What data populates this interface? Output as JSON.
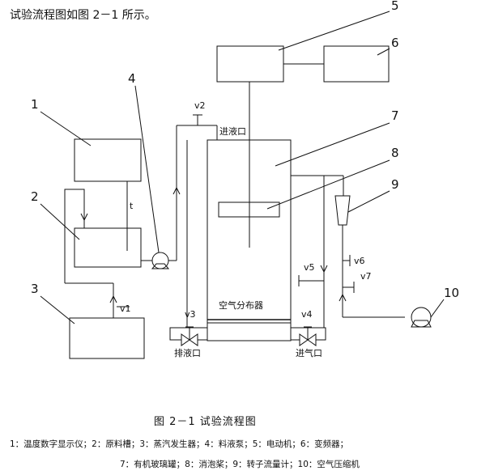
{
  "intro": "试验流程图如图 2－1 所示。",
  "caption": "图 2－1  试验流程图",
  "legend_line1": "1：温度数字显示仪；2：原料槽；3：蒸汽发生器；4：料液泵；5：电动机；6：变频器；",
  "legend_line2": "7：有机玻璃罐；8：消泡桨；9：转子流量计；10：空气压缩机",
  "components": {
    "c1": "1",
    "c2": "2",
    "c3": "3",
    "c4": "4",
    "c5": "5",
    "c6": "6",
    "c7": "7",
    "c8": "8",
    "c9": "9",
    "c10": "10"
  },
  "labels": {
    "inlet_liquid": "进液口",
    "air_distributor": "空气分布器",
    "drain": "排液口",
    "inlet_air": "进气口",
    "temp": "t",
    "v1": "v1",
    "v2": "v2",
    "v3": "v3",
    "v4": "v4",
    "v5": "v5",
    "v6": "v6",
    "v7": "v7"
  }
}
